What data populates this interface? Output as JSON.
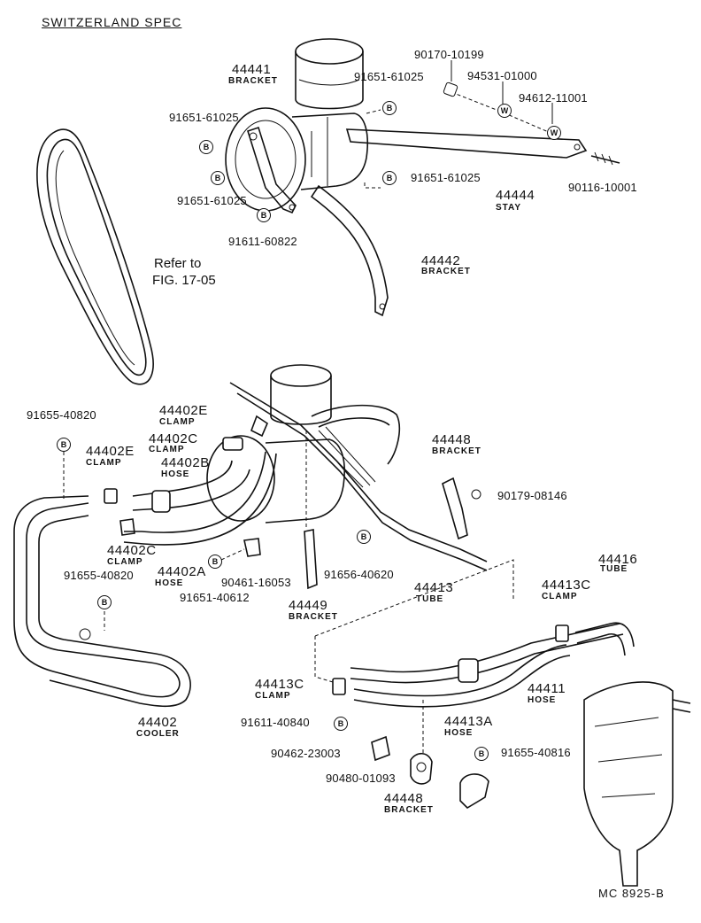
{
  "header": {
    "title": "SWITZERLAND SPEC"
  },
  "footer": {
    "code": "MC 8925-B"
  },
  "reference": {
    "line1": "Refer to",
    "line2": "FIG. 17-05"
  },
  "markers": {
    "bolt": "B",
    "washer": "W"
  },
  "parts": {
    "p44441": {
      "num": "44441",
      "name": "BRACKET"
    },
    "p91651_a": {
      "num": "91651-61025"
    },
    "p91651_b": {
      "num": "91651-61025"
    },
    "p91651_c": {
      "num": "91651-61025"
    },
    "p91651_d": {
      "num": "91651-61025"
    },
    "p91611_60822": {
      "num": "91611-60822"
    },
    "p90170": {
      "num": "90170-10199"
    },
    "p94531": {
      "num": "94531-01000"
    },
    "p94612": {
      "num": "94612-11001"
    },
    "p90116": {
      "num": "90116-10001"
    },
    "p44444": {
      "num": "44444",
      "name": "STAY"
    },
    "p44442": {
      "num": "44442",
      "name": "BRACKET"
    },
    "p91655_a": {
      "num": "91655-40820"
    },
    "p44402E_a": {
      "num": "44402E",
      "name": "CLAMP"
    },
    "p44402C_a": {
      "num": "44402C",
      "name": "CLAMP"
    },
    "p44402B": {
      "num": "44402B",
      "name": "HOSE"
    },
    "p44402E_b": {
      "num": "44402E",
      "name": "CLAMP"
    },
    "p44448_a": {
      "num": "44448",
      "name": "BRACKET"
    },
    "p90179": {
      "num": "90179-08146"
    },
    "p44402C_b": {
      "num": "44402C",
      "name": "CLAMP"
    },
    "p44402A": {
      "num": "44402A",
      "name": "HOSE"
    },
    "p90461": {
      "num": "90461-16053"
    },
    "p91651_40612": {
      "num": "91651-40612"
    },
    "p91656": {
      "num": "91656-40620"
    },
    "p44413": {
      "num": "44413",
      "name": "TUBE"
    },
    "p91655_b": {
      "num": "91655-40820"
    },
    "p44449": {
      "num": "44449",
      "name": "BRACKET"
    },
    "p44416": {
      "num": "44416",
      "name": "TUBE"
    },
    "p44413C_a": {
      "num": "44413C",
      "name": "CLAMP"
    },
    "p44413C_b": {
      "num": "44413C",
      "name": "CLAMP"
    },
    "p44411": {
      "num": "44411",
      "name": "HOSE"
    },
    "p44402": {
      "num": "44402",
      "name": "COOLER"
    },
    "p91611_40840": {
      "num": "91611-40840"
    },
    "p44413A": {
      "num": "44413A",
      "name": "HOSE"
    },
    "p90462": {
      "num": "90462-23003"
    },
    "p91655_40816": {
      "num": "91655-40816"
    },
    "p90480": {
      "num": "90480-01093"
    },
    "p44448_b": {
      "num": "44448",
      "name": "BRACKET"
    }
  }
}
